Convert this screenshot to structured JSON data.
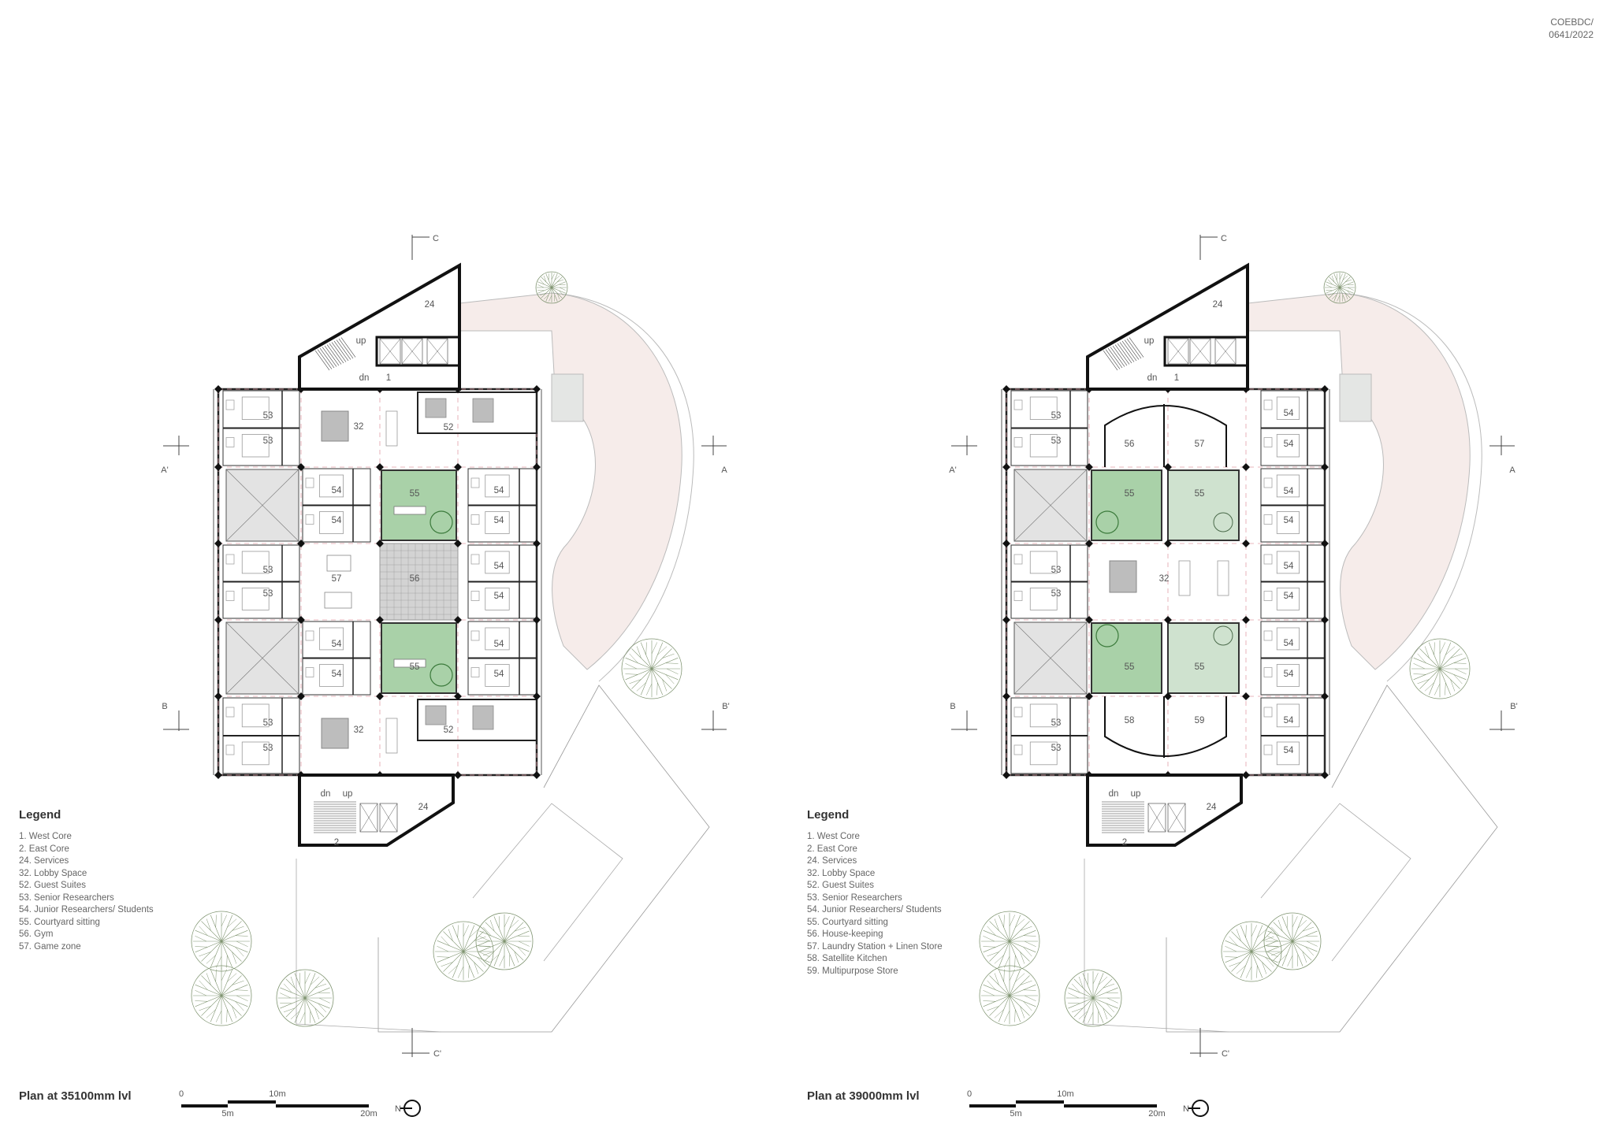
{
  "doc_ref": [
    "COEBDC/",
    "0641/2022"
  ],
  "colors": {
    "courtyard": "#a9d1a8",
    "terrace": "#f6ecea",
    "walls": "#111111",
    "tree": "#7f9470",
    "text": "#555555"
  },
  "plans": [
    {
      "title": "Plan at 35100mm lvl",
      "legend_title": "Legend",
      "legend": [
        "1. West Core",
        "2. East Core",
        "24. Services",
        "32. Lobby Space",
        "52. Guest Suites",
        "53. Senior Researchers",
        "54. Junior Researchers/ Students",
        "55. Courtyard sitting",
        "56. Gym",
        "57. Game zone"
      ],
      "room_labels": [
        "24",
        "up",
        "dn",
        "1",
        "32",
        "52",
        "53",
        "53",
        "54",
        "54",
        "55",
        "54",
        "54",
        "53",
        "53",
        "57",
        "56",
        "54",
        "54",
        "54",
        "54",
        "55",
        "54",
        "54",
        "53",
        "53",
        "32",
        "52",
        "dn",
        "up",
        "24",
        "2"
      ],
      "sections": [
        "C",
        "A'",
        "A",
        "B",
        "B'",
        "C'"
      ],
      "scale": {
        "ticks_top": [
          "0",
          "10m"
        ],
        "ticks_bottom": [
          "5m",
          "20m"
        ]
      },
      "north": "N"
    },
    {
      "title": "Plan at 39000mm lvl",
      "legend_title": "Legend",
      "legend": [
        "1. West Core",
        "2. East Core",
        "24. Services",
        "32. Lobby Space",
        "52. Guest Suites",
        "53. Senior Researchers",
        "54. Junior Researchers/ Students",
        "55. Courtyard sitting",
        "56. House-keeping",
        "57. Laundry Station + Linen Store",
        "58. Satellite Kitchen",
        "59. Multipurpose Store"
      ],
      "room_labels": [
        "24",
        "up",
        "dn",
        "1",
        "56",
        "57",
        "53",
        "53",
        "55",
        "55",
        "54",
        "54",
        "54",
        "54",
        "54",
        "54",
        "54",
        "54",
        "54",
        "54",
        "53",
        "53",
        "32",
        "55",
        "55",
        "53",
        "53",
        "58",
        "59",
        "dn",
        "up",
        "24",
        "2"
      ],
      "sections": [
        "C",
        "A'",
        "A",
        "B",
        "B'",
        "C'"
      ],
      "scale": {
        "ticks_top": [
          "0",
          "10m"
        ],
        "ticks_bottom": [
          "5m",
          "20m"
        ]
      },
      "north": "N"
    }
  ]
}
